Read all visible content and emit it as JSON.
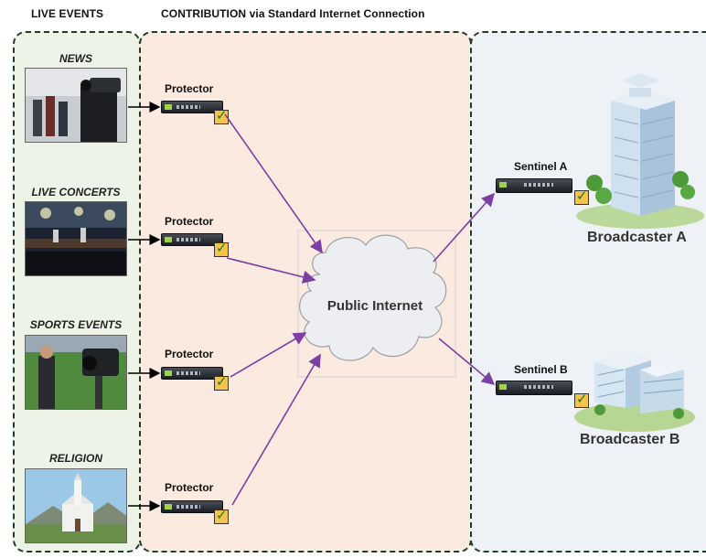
{
  "headers": {
    "left": "LIVE EVENTS",
    "middle": "CONTRIBUTION via Standard Internet Connection"
  },
  "events": [
    {
      "title": "NEWS",
      "device_label": "Protector",
      "icon": "news-camera-photo"
    },
    {
      "title": "LIVE CONCERTS",
      "device_label": "Protector",
      "icon": "concert-photo"
    },
    {
      "title": "SPORTS EVENTS",
      "device_label": "Protector",
      "icon": "sports-reporter-photo"
    },
    {
      "title": "RELIGION",
      "device_label": "Protector",
      "icon": "church-photo"
    }
  ],
  "cloud": {
    "label": "Public Internet",
    "icon": "cloud-icon"
  },
  "broadcasters": [
    {
      "sentinel_label": "Sentinel A",
      "name": "Broadcaster A",
      "icon": "tower-building-icon"
    },
    {
      "sentinel_label": "Sentinel B",
      "name": "Broadcaster B",
      "icon": "office-building-icon"
    }
  ],
  "colors": {
    "left_zone": "#edf3e6",
    "middle_zone": "#fbeadf",
    "right_zone": "#eef2f7",
    "zone_border": "#1f3d26",
    "internet_arrow": "#7b3fa6",
    "feed_arrow": "#000000",
    "check_badge": "#f3c44a"
  }
}
